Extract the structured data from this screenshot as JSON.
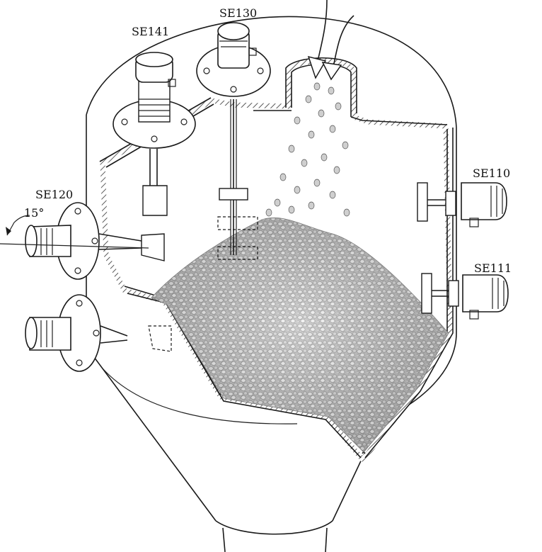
{
  "labels": {
    "se130": "SE130",
    "se141": "SE141",
    "se120": "SE120",
    "se110": "SE110",
    "se111": "SE111",
    "angle": "15°"
  },
  "colors": {
    "stroke": "#1a1a1a",
    "material": "#9a9a9a",
    "material_light": "#c8c8c8",
    "wall_hatch": "#444444",
    "background": "#ffffff"
  }
}
